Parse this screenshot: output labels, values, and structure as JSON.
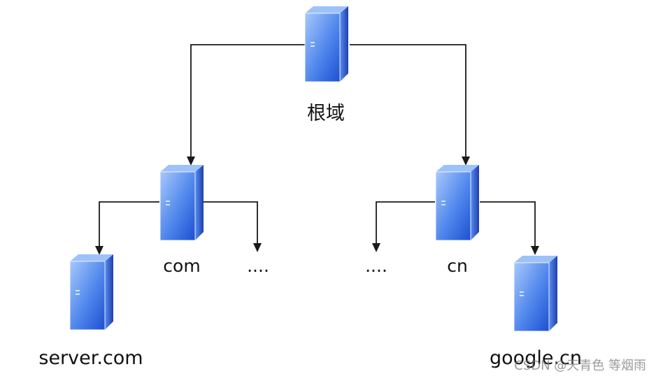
{
  "diagram": {
    "nodes": {
      "root": {
        "label": "根域"
      },
      "com": {
        "label": "com"
      },
      "com_more": {
        "label": "...."
      },
      "cn_more": {
        "label": "...."
      },
      "cn": {
        "label": "cn"
      },
      "server_com": {
        "label": "server.com"
      },
      "google_cn": {
        "label": "google.cn"
      }
    },
    "icon": "server-tower-icon",
    "colors": {
      "server_light": "#8fb8f6",
      "server_dark": "#1f4fcc",
      "line": "#1a1a1a"
    },
    "watermark": "CSDN @天青色 等烟雨"
  }
}
